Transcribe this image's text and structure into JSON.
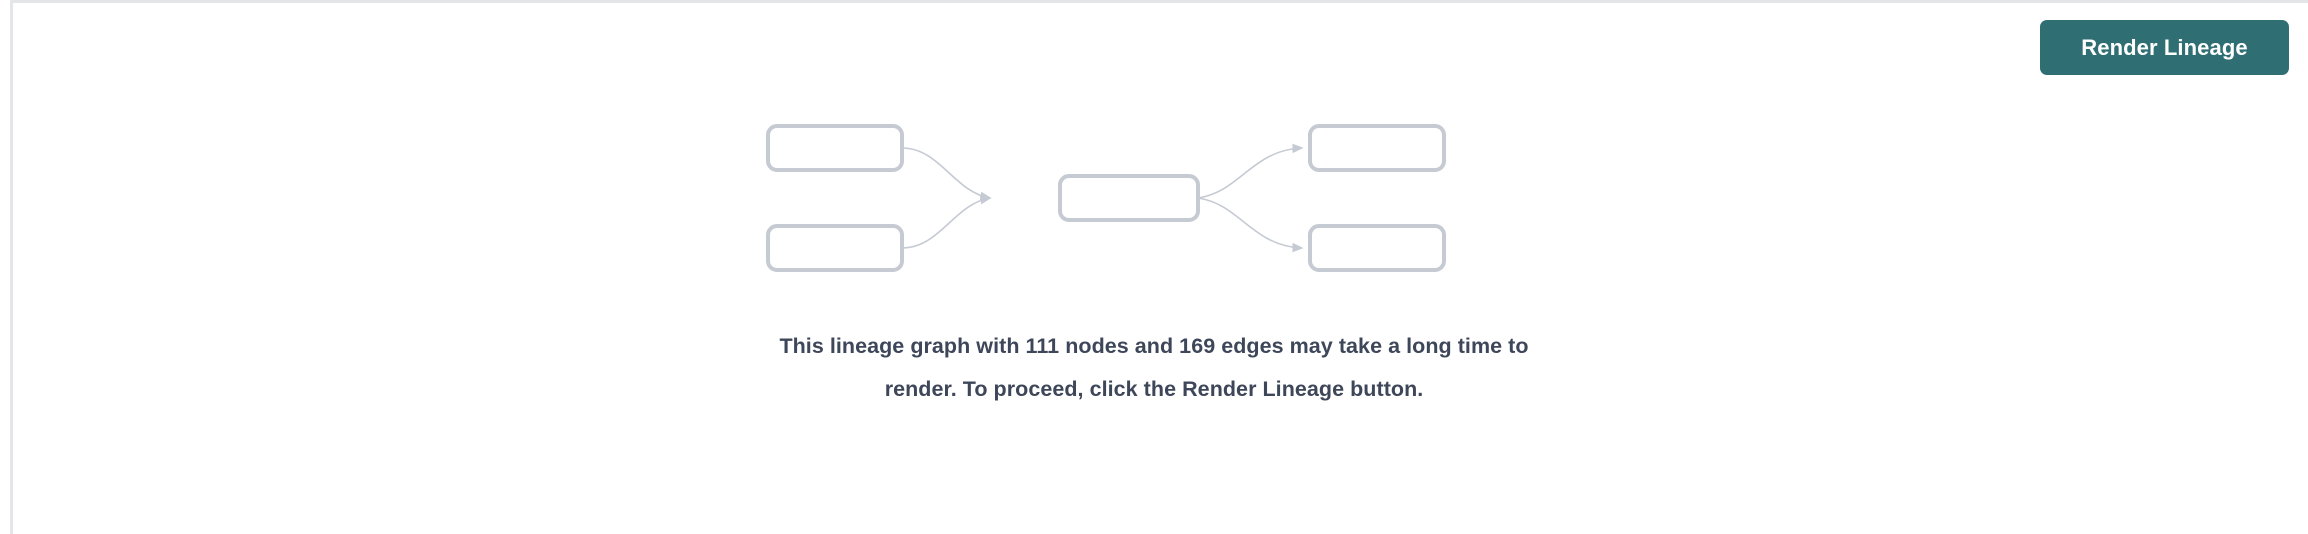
{
  "page": {
    "background_color": "#ffffff",
    "border_color": "#e3e5e9"
  },
  "toolbar": {
    "render_lineage_label": "Render Lineage",
    "button_color": "#2f6f73",
    "button_text_color": "#ffffff"
  },
  "empty_state": {
    "message": "This lineage graph with 111 nodes and 169 edges may take a long time to render. To proceed, click the Render Lineage button.",
    "message_color": "#3e4759",
    "node_count": "111",
    "edge_count": "169",
    "illustration": {
      "icon_name": "lineage-graph-illustration",
      "stroke_color": "#c5cad3",
      "edge_color": "#c5cad3",
      "node_count_shown": 5,
      "edge_count_shown": 4,
      "nodes": [
        {
          "id": "upstream-1",
          "column": "left",
          "row": "top"
        },
        {
          "id": "upstream-2",
          "column": "left",
          "row": "bottom"
        },
        {
          "id": "focus",
          "column": "center",
          "row": "middle"
        },
        {
          "id": "downstream-1",
          "column": "right",
          "row": "top"
        },
        {
          "id": "downstream-2",
          "column": "right",
          "row": "bottom"
        }
      ],
      "edges": [
        {
          "from": "upstream-1",
          "to": "focus"
        },
        {
          "from": "upstream-2",
          "to": "focus"
        },
        {
          "from": "focus",
          "to": "downstream-1"
        },
        {
          "from": "focus",
          "to": "downstream-2"
        }
      ]
    }
  }
}
